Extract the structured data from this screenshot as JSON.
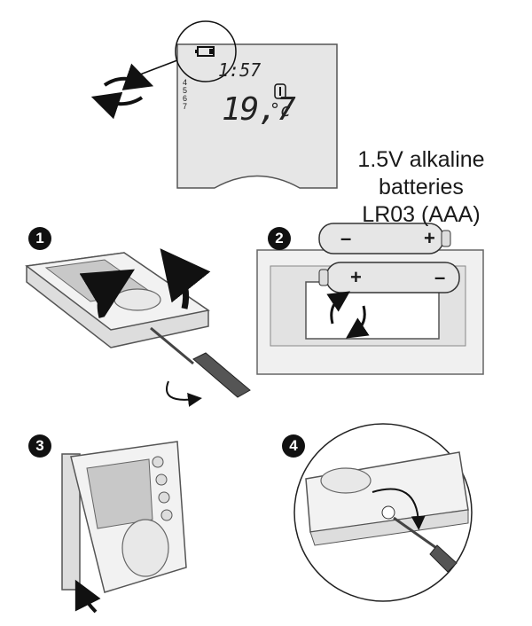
{
  "display": {
    "time": "1:57",
    "temperature": "19,7",
    "unit": "°c",
    "days": [
      "4",
      "5",
      "6",
      "7"
    ]
  },
  "battery_caption": {
    "line1": "1.5V alkaline",
    "line2": "batteries",
    "line3": "LR03 (AAA)"
  },
  "batteries": {
    "minus": "–",
    "plus": "+"
  },
  "steps": [
    "1",
    "2",
    "3",
    "4"
  ],
  "colors": {
    "ink": "#1a1a1a",
    "lcd_bg": "#e6e6e6",
    "device_body": "#f2f2f2",
    "shadow": "#bdbdbd"
  },
  "icons": [
    "low-battery-icon",
    "swap-arrows-icon",
    "thermometer-icon",
    "screwdriver-icon",
    "rotate-arrow-icon"
  ]
}
